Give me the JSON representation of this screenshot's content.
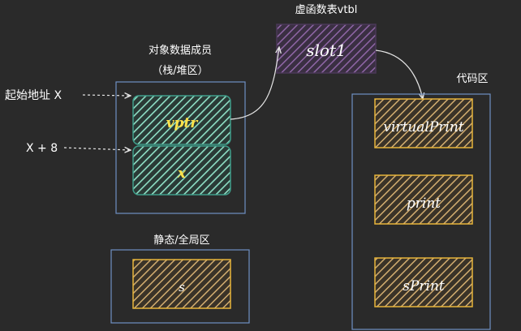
{
  "colors": {
    "background": "#2a2a2a",
    "outline": "#6f90c4",
    "object_fill": "#7fd1b8",
    "object_border": "#3f9d8a",
    "object_text": "#ffe24a",
    "code_fill": "#c9a265",
    "code_border": "#e8b43a",
    "vtbl_fill": "#8a5f9e",
    "vtbl_border": "#4a3857",
    "arrow": "#e6e6e6"
  },
  "labels": {
    "vtbl_title": "虚函数表vtbl",
    "slot": "slot1",
    "object_title_line1": "对象数据成员",
    "object_title_line2": "（栈/堆区）",
    "start_addr": "起始地址 X",
    "offset_addr": "X + 8",
    "vptr": "vptr",
    "x_member": "x",
    "static_title": "静态/全局区",
    "static_var": "s",
    "code_title": "代码区",
    "func_virtual": "virtualPrint",
    "func_print": "print",
    "func_sprint": "sPrint"
  }
}
